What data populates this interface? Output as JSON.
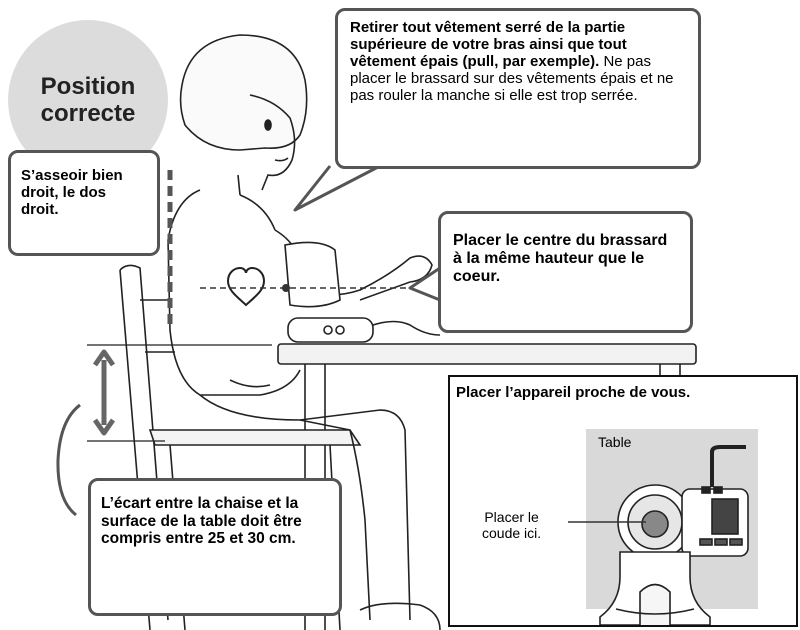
{
  "badge": {
    "text": "Position\ncorrecte"
  },
  "callouts": {
    "clothing": {
      "bold": "Retirer tout vêtement serré de la partie supérieure de votre bras ainsi que tout vêtement épais (pull, par exemple).",
      "normal": "Ne pas placer le brassard sur des vêtements épais et ne pas rouler la manche si elle est trop serrée."
    },
    "sit": "S’asseoir bien droit, le dos droit.",
    "cuff": "Placer le centre du brassard à la même hauteur que le coeur.",
    "gap": "L’écart entre la chaise et la surface de la table doit être compris entre 25 et 30 cm."
  },
  "inset": {
    "title": "Placer l’appareil proche de vous.",
    "table_label": "Table",
    "elbow_label": "Placer le\ncoude ici."
  },
  "colors": {
    "badge": "#dcdcdc",
    "border": "#555555",
    "line": "#222222",
    "surface": "#d9d9d9"
  }
}
